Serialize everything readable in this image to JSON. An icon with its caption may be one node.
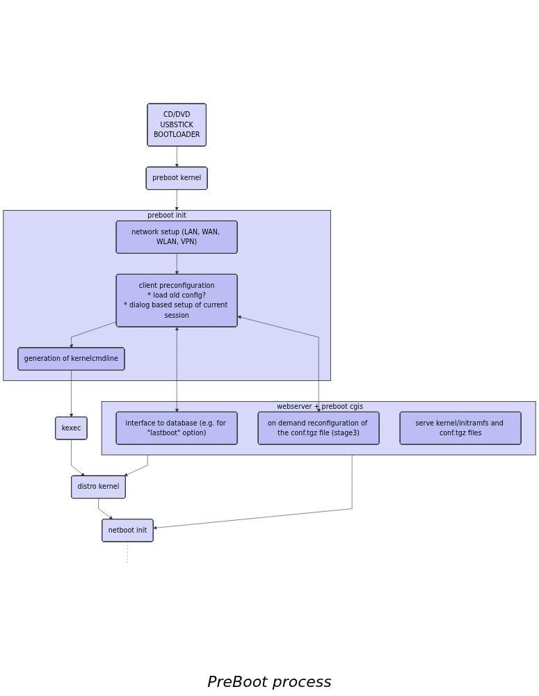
{
  "diagram": {
    "caption": "PreBoot process",
    "nodes": [
      {
        "text": [
          "CD/DVD",
          "USBSTICK",
          "BOOTLOADER"
        ]
      },
      {
        "text": [
          "preboot kernel"
        ]
      },
      {
        "text": [
          "preboot init"
        ]
      },
      {
        "text": [
          "network setup (LAN, WAN, WLAN, VPN)"
        ],
        "in": 2
      },
      {
        "text": [
          "client preconfiguration",
          "* load old config?",
          "* dialog based setup of current session"
        ],
        "in": 2
      },
      {
        "text": [
          "generation of kernelcmdline"
        ],
        "in": 2
      },
      {
        "text": [
          "kexec"
        ]
      },
      {
        "text": [
          "webserver + preboot cgis"
        ]
      },
      {
        "text": [
          "interface to database (e.g. for \"lastboot\" option)"
        ],
        "in": 7
      },
      {
        "text": [
          "on demand reconfiguration of the conf.tgz file (stage3)"
        ],
        "in": 7
      },
      {
        "text": [
          "serve kernel/initramfs and conf.tgz files"
        ],
        "in": 7
      },
      {
        "text": [
          "distro kernel"
        ]
      },
      {
        "text": [
          "netboot init"
        ]
      }
    ],
    "edges": [
      {
        "from": 0,
        "to": 1,
        "arrow": "to"
      },
      {
        "from": 1,
        "to": 2,
        "arrow": "to"
      },
      {
        "from": 3,
        "to": 4,
        "arrow": "to"
      },
      {
        "from": 4,
        "to": 5,
        "arrow": "to"
      },
      {
        "from": 5,
        "to": 6,
        "arrow": "to"
      },
      {
        "from": 4,
        "to": 8,
        "arrow": "both"
      },
      {
        "from": 4,
        "to": 9,
        "arrow": "both"
      },
      {
        "from": 6,
        "to": 11,
        "arrow": "to"
      },
      {
        "from": 11,
        "to": 12,
        "arrow": "to"
      },
      {
        "from": 7,
        "to": 11,
        "arrow": "to"
      },
      {
        "from": 7,
        "to": 12,
        "arrow": "to"
      },
      {
        "from": 12,
        "to": null,
        "arrow": "none",
        "style": "dashed"
      }
    ]
  }
}
